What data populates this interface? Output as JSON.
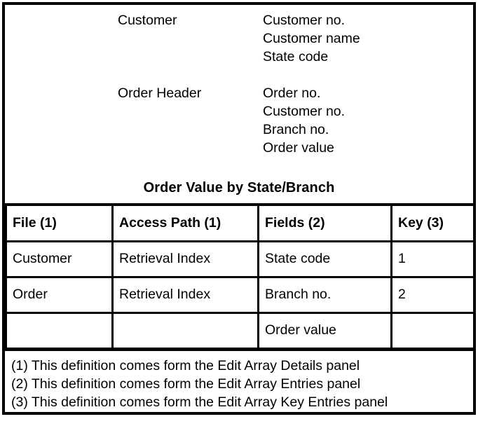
{
  "diagram": {
    "title": "Order Value by State/Branch",
    "entities": [
      {
        "name": "Customer",
        "fields": [
          "Customer no.",
          "Customer name",
          "State code"
        ]
      },
      {
        "name": "Order Header",
        "fields": [
          "Order no.",
          "Customer no.",
          "Branch no.",
          "Order value"
        ]
      }
    ],
    "table": {
      "columns": [
        "File (1)",
        "Access Path (1)",
        "Fields (2)",
        "Key (3)"
      ],
      "rows": [
        [
          "Customer",
          "Retrieval Index",
          "State code",
          "1"
        ],
        [
          "Order",
          "Retrieval Index",
          "Branch no.",
          "2"
        ],
        [
          "",
          "",
          "Order value",
          ""
        ]
      ]
    },
    "footnotes": [
      "(1) This definition comes form the Edit Array Details panel",
      "(2) This definition comes form the Edit Array Entries panel",
      "(3) This definition comes form the Edit Array Key Entries panel"
    ]
  },
  "colors": {
    "border": "#000000",
    "text": "#000000",
    "background": "#ffffff"
  }
}
